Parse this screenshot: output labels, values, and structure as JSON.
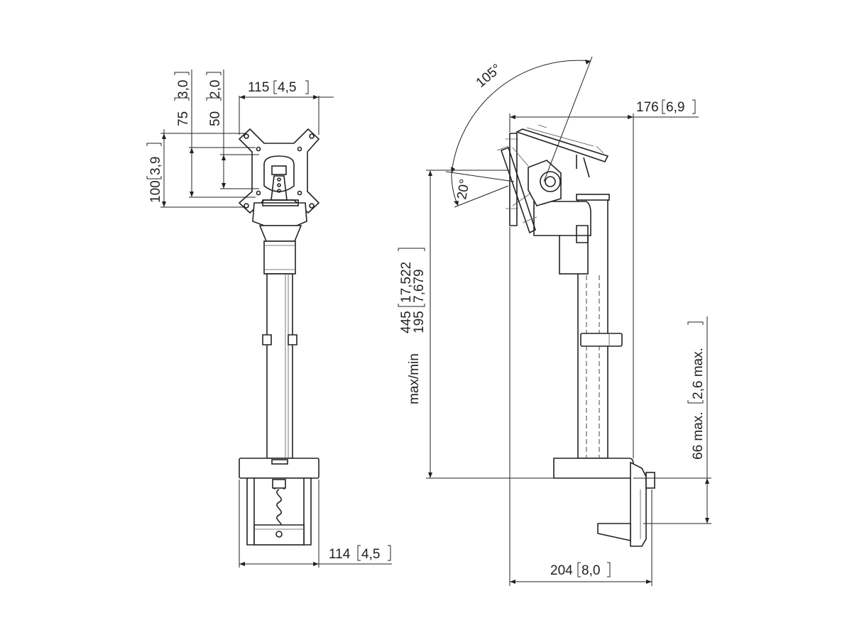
{
  "front_view": {
    "width_top": {
      "value": "115",
      "inch": "4,5"
    },
    "vesa_75": {
      "value": "75",
      "inch": "3,0"
    },
    "vesa_50": {
      "value": "50",
      "inch": "2,0"
    },
    "vesa_100": {
      "value": "100",
      "inch": "3,9"
    },
    "clamp_width": {
      "value": "114",
      "inch": "4,5"
    }
  },
  "side_view": {
    "tilt_back": "105°",
    "tilt_forward": "20°",
    "depth_top": {
      "value": "176",
      "inch": "6,9"
    },
    "height": {
      "label": "max/min",
      "max": "445",
      "min": "195",
      "max_inch": "17,522",
      "min_inch": "7,679"
    },
    "desk_thickness": {
      "value": "66 max.",
      "inch": "2,6 max."
    },
    "depth_base": {
      "value": "204",
      "inch": "8,0"
    }
  }
}
